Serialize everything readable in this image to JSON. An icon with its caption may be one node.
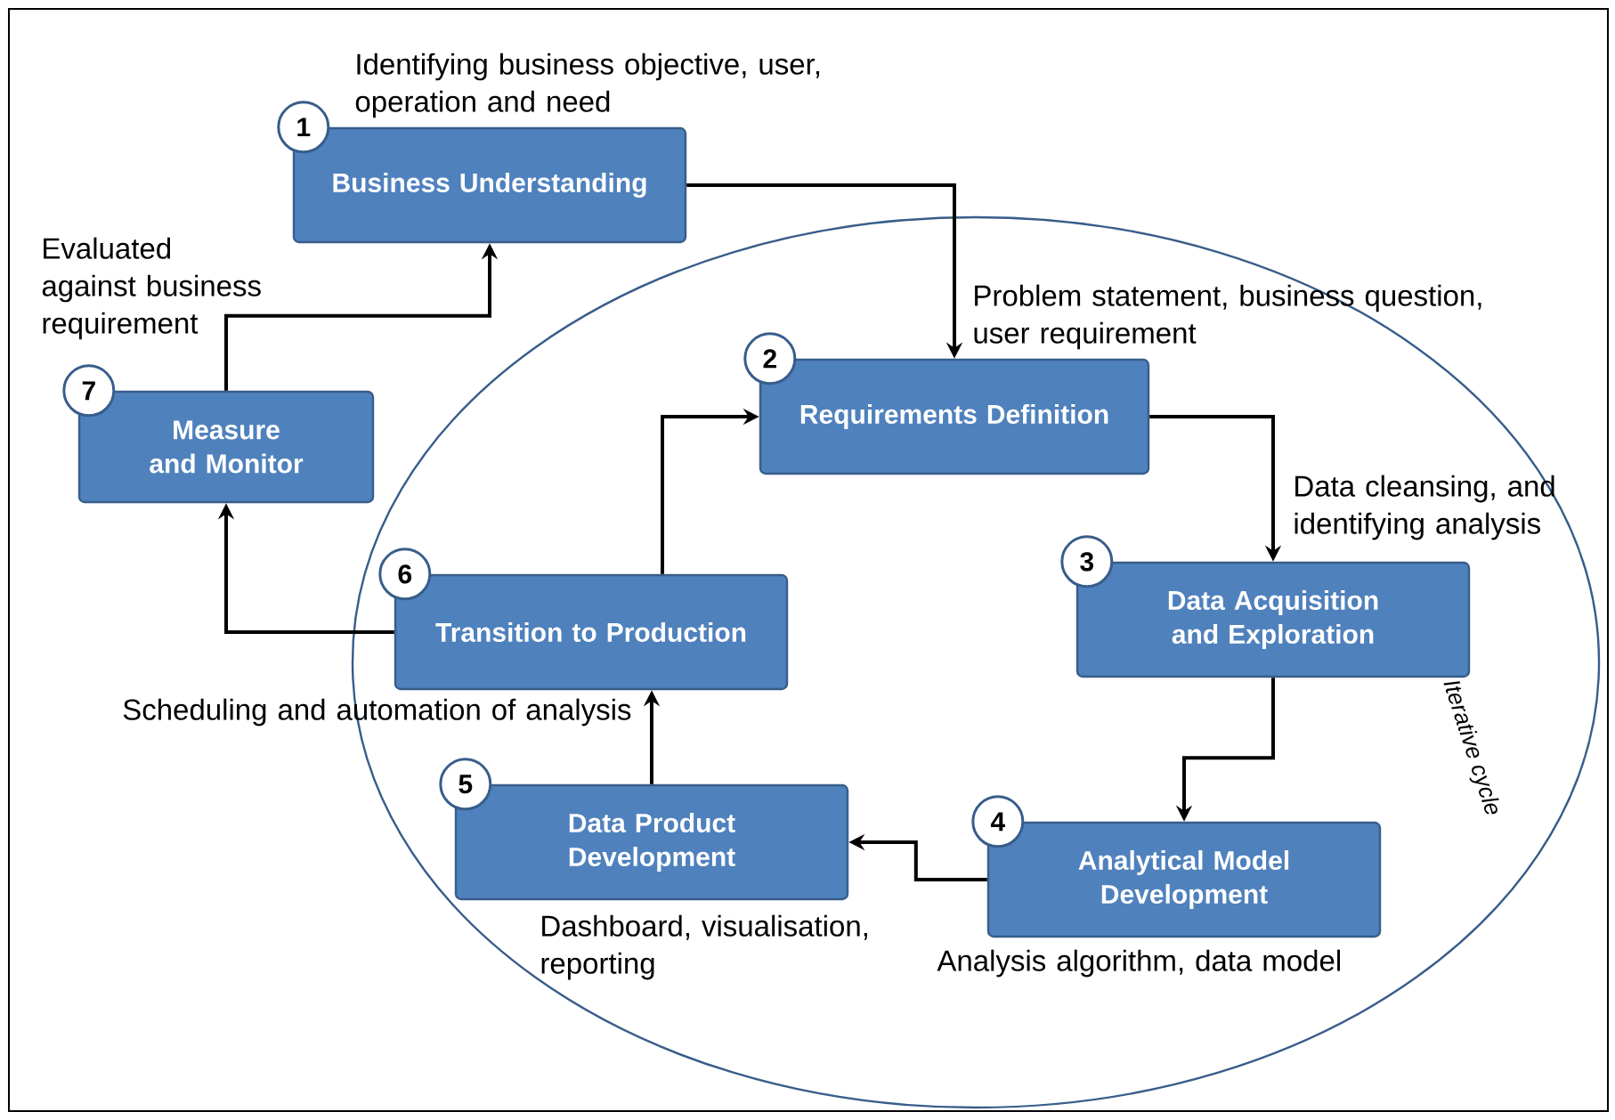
{
  "diagram": {
    "nodes": [
      {
        "text": [
          "1",
          "Business Understanding"
        ],
        "beside": [
          "Identifying business objective, user, operation and need"
        ]
      },
      {
        "text": [
          "Iterative cycle"
        ]
      },
      {
        "text": [
          "2",
          "Requirements Definition"
        ],
        "in": 1
      },
      {
        "text": [
          "3",
          "Data Acquisition and Exploration"
        ],
        "in": 1
      },
      {
        "text": [
          "4",
          "Analytical Model Development"
        ],
        "in": 1,
        "beside": [
          "Analysis algorithm, data model"
        ]
      },
      {
        "text": [
          "5",
          "Data Product Development"
        ],
        "in": 1,
        "beside": [
          "Dashboard, visualisation, reporting"
        ]
      },
      {
        "text": [
          "6",
          "Transition to Production"
        ],
        "in": 1
      },
      {
        "text": [
          "7",
          "Measure and Monitor"
        ]
      }
    ],
    "edges": [
      {
        "from": 0,
        "to": 2,
        "arrow": "to",
        "label": "Problem statement, business question, user requirement"
      },
      {
        "from": 2,
        "to": 3,
        "arrow": "to",
        "label": "Data cleansing, and identifying analysis"
      },
      {
        "from": 3,
        "to": 4,
        "arrow": "to"
      },
      {
        "from": 4,
        "to": 5,
        "arrow": "to"
      },
      {
        "from": 5,
        "to": 6,
        "arrow": "to",
        "label": "Scheduling and automation of analysis"
      },
      {
        "from": 6,
        "to": 2,
        "arrow": "to"
      },
      {
        "from": 6,
        "to": 7,
        "arrow": "to"
      },
      {
        "from": 7,
        "to": 0,
        "arrow": "to",
        "label": "Evaluated against business requirement"
      }
    ]
  }
}
